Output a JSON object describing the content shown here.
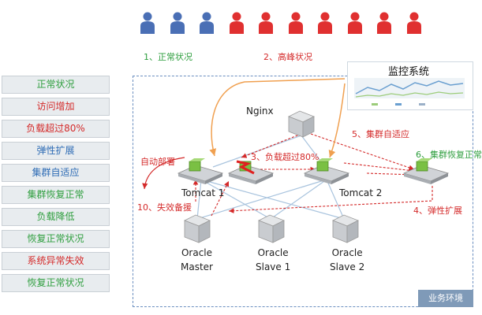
{
  "people": {
    "count": 10,
    "colors": [
      "#4a6fb5",
      "#4a6fb5",
      "#4a6fb5",
      "#e03030",
      "#e03030",
      "#e03030",
      "#e03030",
      "#e03030",
      "#e03030",
      "#e03030"
    ]
  },
  "captions": {
    "normal": "1、正常状况",
    "peak": "2、高峰状况"
  },
  "left_list": [
    {
      "label": "正常状况",
      "color": "#2e9e3e"
    },
    {
      "label": "访问增加",
      "color": "#d42a2a"
    },
    {
      "label": "负载超过80%",
      "color": "#d42a2a"
    },
    {
      "label": "弹性扩展",
      "color": "#2e6cb5"
    },
    {
      "label": "集群自适应",
      "color": "#2e6cb5"
    },
    {
      "label": "集群恢复正常",
      "color": "#2e9e3e"
    },
    {
      "label": "负载降低",
      "color": "#2e9e3e"
    },
    {
      "label": "恢复正常状况",
      "color": "#2e9e3e"
    },
    {
      "label": "系统异常失效",
      "color": "#d42a2a"
    },
    {
      "label": "恢复正常状况",
      "color": "#2e9e3e"
    }
  ],
  "monitor": {
    "title": "监控系统"
  },
  "nodes": {
    "nginx": "Nginx",
    "tomcat1": "Tomcat 1",
    "tomcat2": "Tomcat 2",
    "oracle_master": [
      "Oracle",
      "Master"
    ],
    "oracle_slave1": [
      "Oracle",
      "Slave 1"
    ],
    "oracle_slave2": [
      "Oracle",
      "Slave 2"
    ]
  },
  "annotations": {
    "auto_deploy": "自动部署",
    "overload": "3、负载超过80%",
    "adaptive": "5、集群自适应",
    "recover": "6、集群恢复正常",
    "failover": "10、失效备援",
    "elastic": "4、弹性扩展"
  },
  "footer": {
    "business_env": "业务环境"
  },
  "colors": {
    "green": "#2e9e3e",
    "red": "#d42a2a",
    "blue": "#2e6cb5",
    "orange": "#f0a050",
    "link": "#a9c4de"
  }
}
